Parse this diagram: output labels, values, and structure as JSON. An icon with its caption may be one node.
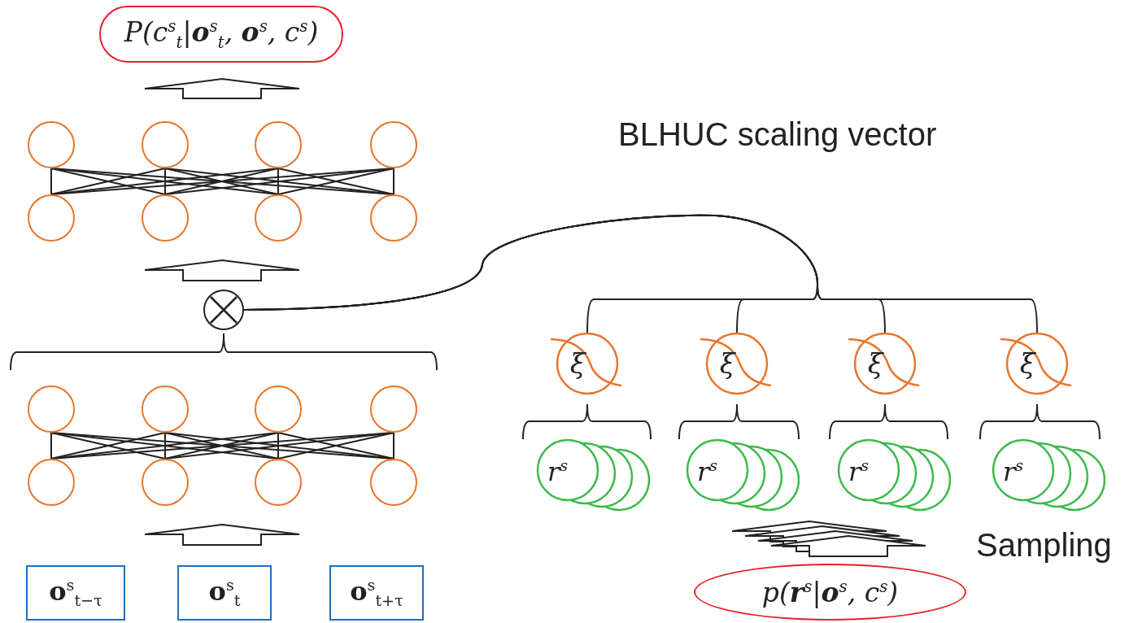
{
  "diagram": {
    "nodes": [
      {
        "text": [
          "P(c$^{s}$$_{t}$|**o**$^{s}$$_{t}$, **o**$^{s}$, c$^{s}$)"
        ]
      },
      {
        "text": [],
        "shape": "circle"
      },
      {
        "text": [],
        "shape": "circle"
      },
      {
        "text": [],
        "shape": "circle"
      },
      {
        "text": [],
        "shape": "circle"
      },
      {
        "text": [],
        "shape": "circle"
      },
      {
        "text": [],
        "shape": "circle"
      },
      {
        "text": [],
        "shape": "circle"
      },
      {
        "text": [],
        "shape": "circle"
      },
      {
        "text": [],
        "shape": "circle"
      },
      {
        "text": [],
        "shape": "circle"
      },
      {
        "text": [],
        "shape": "circle"
      },
      {
        "text": [],
        "shape": "circle"
      },
      {
        "text": [],
        "shape": "circle"
      },
      {
        "text": [],
        "shape": "circle"
      },
      {
        "text": [],
        "shape": "circle"
      },
      {
        "text": [],
        "shape": "circle"
      },
      {
        "text": [],
        "shape": "circle"
      },
      {
        "text": [
          "**o**$^{s}$$_{t−τ}$"
        ]
      },
      {
        "text": [
          "**o**$^{s}$$_{t}$"
        ]
      },
      {
        "text": [
          "**o**$^{s}$$_{t+τ}$"
        ]
      },
      {
        "text": [
          "ξ"
        ]
      },
      {
        "text": [
          "ξ"
        ]
      },
      {
        "text": [
          "ξ"
        ]
      },
      {
        "text": [
          "ξ"
        ]
      },
      {
        "text": [
          "r$^{s}$"
        ]
      },
      {
        "text": [
          "r$^{s}$"
        ]
      },
      {
        "text": [
          "r$^{s}$"
        ]
      },
      {
        "text": [
          "r$^{s}$"
        ]
      },
      {
        "text": [
          "p(**r**$^{s}$|**o**$^{s}$, c$^{s}$)"
        ]
      }
    ],
    "edges": [
      {
        "from": null,
        "to": 0,
        "arrow": "to"
      },
      {
        "from": 9,
        "to": null,
        "arrow": "to"
      },
      {
        "from": 19,
        "to": null,
        "arrow": "to"
      },
      {
        "from": 9,
        "to": 21,
        "arrow": "none"
      },
      {
        "from": 9,
        "to": 22,
        "arrow": "none"
      },
      {
        "from": 9,
        "to": 23,
        "arrow": "none"
      },
      {
        "from": 9,
        "to": 24,
        "arrow": "none"
      },
      {
        "from": 29,
        "to": null,
        "arrow": "to"
      },
      {
        "from": 1,
        "to": 5,
        "arrow": "none"
      },
      {
        "from": 1,
        "to": 6,
        "arrow": "none"
      },
      {
        "from": 1,
        "to": 7,
        "arrow": "none"
      },
      {
        "from": 1,
        "to": 8,
        "arrow": "none"
      },
      {
        "from": 2,
        "to": 5,
        "arrow": "none"
      },
      {
        "from": 2,
        "to": 6,
        "arrow": "none"
      },
      {
        "from": 2,
        "to": 7,
        "arrow": "none"
      },
      {
        "from": 2,
        "to": 8,
        "arrow": "none"
      },
      {
        "from": 3,
        "to": 5,
        "arrow": "none"
      },
      {
        "from": 3,
        "to": 6,
        "arrow": "none"
      },
      {
        "from": 3,
        "to": 7,
        "arrow": "none"
      },
      {
        "from": 3,
        "to": 8,
        "arrow": "none"
      },
      {
        "from": 4,
        "to": 5,
        "arrow": "none"
      },
      {
        "from": 4,
        "to": 6,
        "arrow": "none"
      },
      {
        "from": 4,
        "to": 7,
        "arrow": "none"
      },
      {
        "from": 4,
        "to": 8,
        "arrow": "none"
      },
      {
        "from": 10,
        "to": 14,
        "arrow": "none"
      },
      {
        "from": 10,
        "to": 15,
        "arrow": "none"
      },
      {
        "from": 10,
        "to": 16,
        "arrow": "none"
      },
      {
        "from": 10,
        "to": 17,
        "arrow": "none"
      },
      {
        "from": 11,
        "to": 14,
        "arrow": "none"
      },
      {
        "from": 11,
        "to": 15,
        "arrow": "none"
      },
      {
        "from": 11,
        "to": 16,
        "arrow": "none"
      },
      {
        "from": 11,
        "to": 17,
        "arrow": "none"
      },
      {
        "from": 12,
        "to": 14,
        "arrow": "none"
      },
      {
        "from": 12,
        "to": 15,
        "arrow": "none"
      },
      {
        "from": 12,
        "to": 16,
        "arrow": "none"
      },
      {
        "from": 12,
        "to": 17,
        "arrow": "none"
      },
      {
        "from": 13,
        "to": 14,
        "arrow": "none"
      },
      {
        "from": 13,
        "to": 15,
        "arrow": "none"
      },
      {
        "from": 13,
        "to": 16,
        "arrow": "none"
      },
      {
        "from": 13,
        "to": 17,
        "arrow": "none"
      }
    ],
    "labels": [
      "BLHUC scaling vector",
      "Sampling"
    ]
  }
}
